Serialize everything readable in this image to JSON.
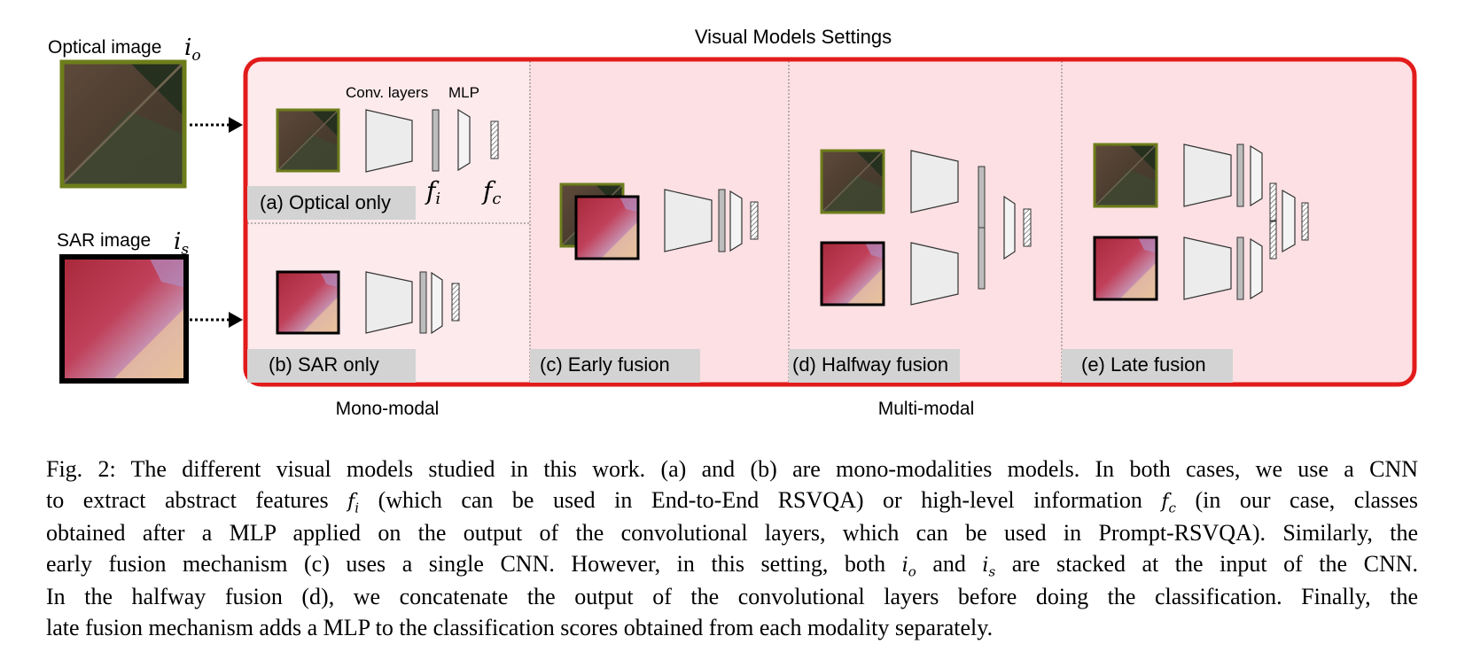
{
  "figure": {
    "settings_title": "Visual Models Settings",
    "inputs": {
      "optical_label": "Optical image",
      "optical_symbol": "i",
      "optical_subscript": "o",
      "sar_label": "SAR image",
      "sar_symbol": "i",
      "sar_subscript": "s"
    },
    "panel_a": {
      "label": "(a) Optical only",
      "conv_label": "Conv. layers",
      "mlp_label": "MLP",
      "feature_symbol": "f",
      "feature_subscript": "i",
      "class_symbol": "f",
      "class_subscript": "c"
    },
    "panel_b": {
      "label": "(b) SAR only"
    },
    "panel_c": {
      "label": "(c) Early fusion"
    },
    "panel_d": {
      "label": "(d) Halfway fusion"
    },
    "panel_e": {
      "label": "(e) Late fusion"
    },
    "group_mono": "Mono-modal",
    "group_multi": "Multi-modal",
    "colors": {
      "frame_red": "#e21b1b",
      "panel_fill": "#fde0e3",
      "panel_fill_light": "#fdeaec",
      "label_box": "#d3d3d3",
      "optical_border": "#6d7d1b",
      "sar_border": "#000000"
    }
  },
  "caption": {
    "lines": [
      "Fig. 2: The different visual models studied in this work. (a) and (b) are mono-modalities models. In both cases, we use a CNN",
      "to extract abstract features",
      "(which can be used in End-to-End RSVQA) or high-level information",
      "(in our case, classes",
      "obtained after a MLP applied on the output of the convolutional layers, which can be used in Prompt-RSVQA). Similarly, the",
      "early fusion mechanism (c) uses a single CNN. However, in this setting, both",
      "and",
      "are stacked at the input of the CNN.",
      "In the halfway fusion (d), we concatenate the output of the convolutional layers before doing the classification. Finally, the",
      "late fusion mechanism adds a MLP to the classification scores obtained from each modality separately."
    ]
  }
}
